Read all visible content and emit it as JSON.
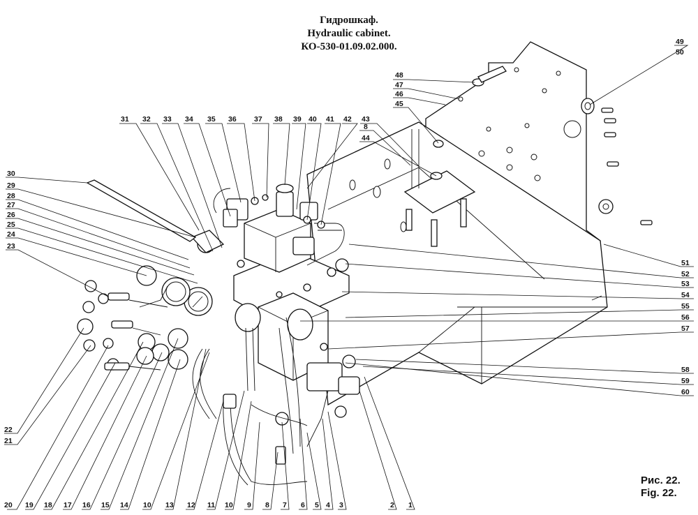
{
  "title": {
    "line1": "Гидрошкаф.",
    "line2": "Hydraulic cabinet.",
    "line3": "КО-530-01.09.02.000."
  },
  "figure": {
    "ru": "Рис. 22.",
    "en": "Fig. 22."
  },
  "callouts": {
    "top": [
      "31",
      "32",
      "33",
      "34",
      "35",
      "36",
      "37",
      "38",
      "39",
      "40",
      "41",
      "42",
      "43"
    ],
    "upper_right": [
      "48",
      "47",
      "46",
      "45",
      "8",
      "44"
    ],
    "right_top": [
      "49",
      "50"
    ],
    "left": [
      "30",
      "29",
      "28",
      "27",
      "26",
      "25",
      "24",
      "23"
    ],
    "right": [
      "51",
      "52",
      "53",
      "54",
      "55",
      "56",
      "57",
      "58",
      "59",
      "60"
    ],
    "left_bottom": [
      "22",
      "21"
    ],
    "bottom": [
      "20",
      "19",
      "18",
      "17",
      "16",
      "15",
      "14",
      "10",
      "13",
      "12",
      "11",
      "10",
      "9",
      "8",
      "7",
      "6",
      "5",
      "4",
      "3",
      "2",
      "1"
    ]
  }
}
